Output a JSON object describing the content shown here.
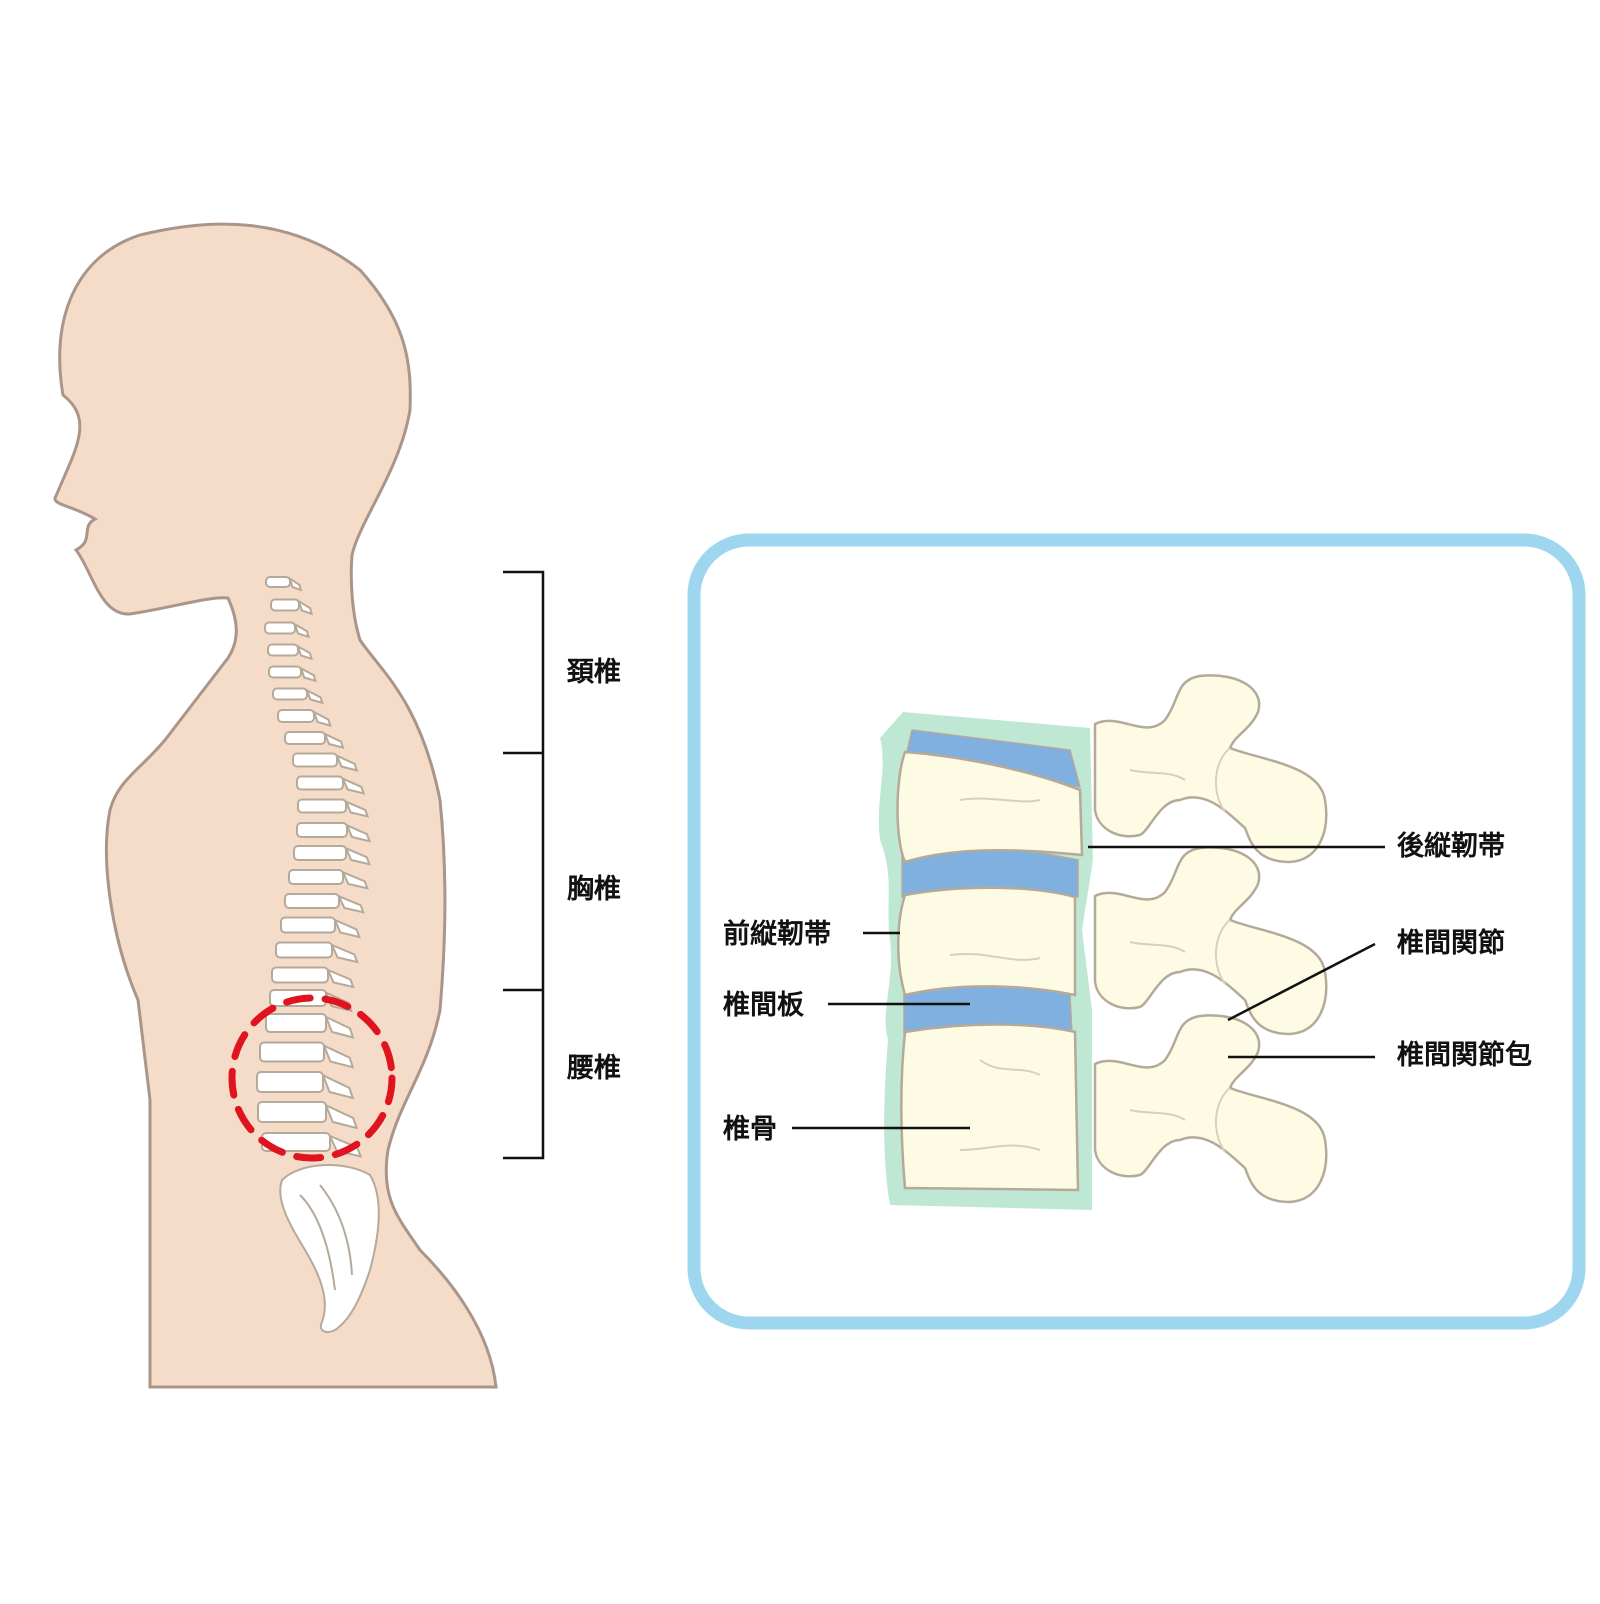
{
  "regions": {
    "cervical": "頚椎",
    "thoracic": "胸椎",
    "lumbar": "腰椎"
  },
  "detail": {
    "posterior_ligament": "後縦靭帯",
    "anterior_ligament": "前縦靭帯",
    "disc": "椎間板",
    "facet_joint": "椎間関節",
    "facet_capsule": "椎間関節包",
    "vertebral_body": "椎骨"
  },
  "colors": {
    "skin": "#f5dcc8",
    "skin_outline": "#a9958a",
    "bone": "#fdfbe3",
    "bone_outline": "#b5a99a",
    "disc": "#7fb0e0",
    "ligament": "#bfe8d4",
    "frame": "#9ed6ef",
    "highlight": "#e0141e"
  }
}
